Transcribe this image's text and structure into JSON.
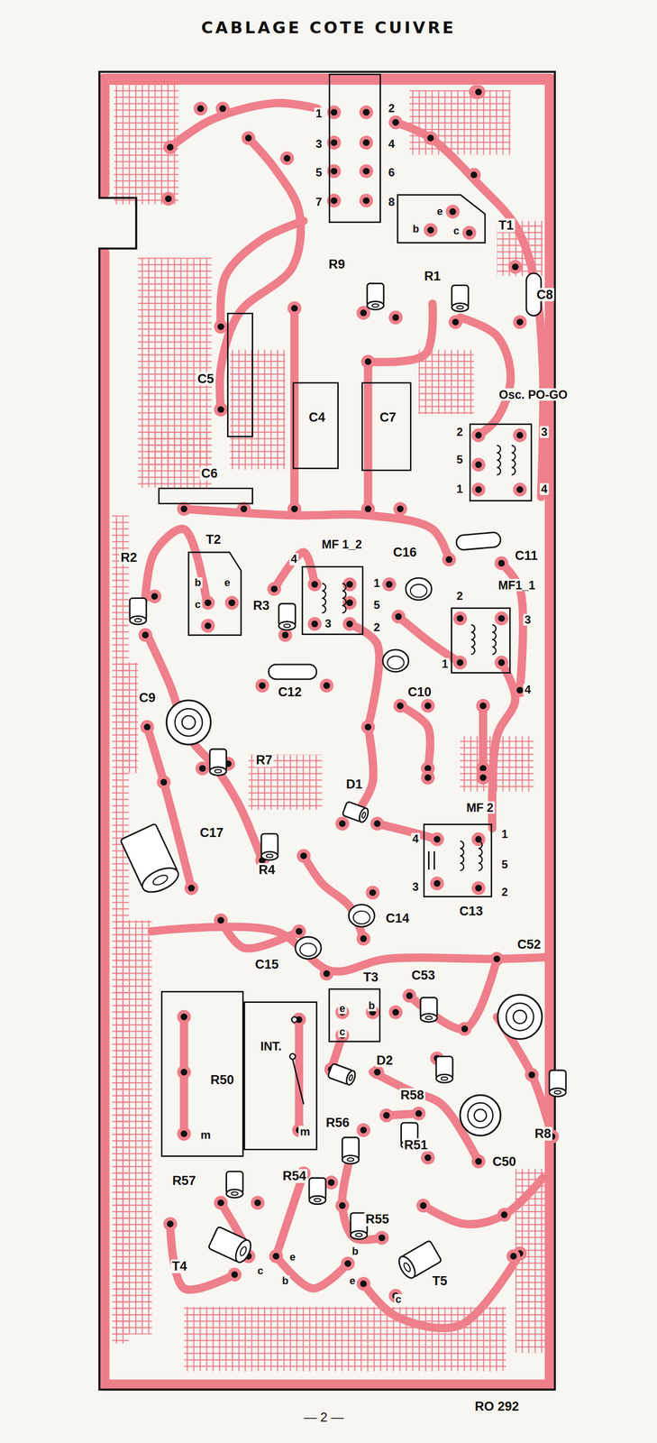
{
  "diagram": {
    "title": "CABLAGE COTE CUIVRE",
    "nodes": [
      {
        "text": [
          "1",
          "2",
          "3",
          "4",
          "5",
          "6",
          "7",
          "8"
        ]
      },
      {
        "text": [
          "T1",
          "b",
          "e",
          "c"
        ]
      },
      {
        "text": [
          "C5"
        ]
      },
      {
        "text": [
          "C4"
        ]
      },
      {
        "text": [
          "C7"
        ]
      },
      {
        "text": [
          "Osc. PO-GO",
          "2",
          "3",
          "5",
          "1",
          "4"
        ]
      },
      {
        "text": [
          "C6"
        ]
      },
      {
        "text": [
          "T2",
          "b",
          "e",
          "c"
        ]
      },
      {
        "text": [
          "MF 1_2",
          "4",
          "1",
          "5",
          "3",
          "2"
        ]
      },
      {
        "text": [
          "MF1_1",
          "2",
          "3",
          "1",
          "4"
        ]
      },
      {
        "text": [
          "MF 2",
          "4",
          "1",
          "5",
          "3",
          "2"
        ]
      },
      {
        "text": [
          "T3",
          "e",
          "b",
          "c"
        ]
      },
      {
        "text": [
          "R50",
          "m"
        ]
      },
      {
        "text": [
          "INT.",
          "m"
        ]
      }
    ],
    "labels": [
      "R9",
      "R1",
      "C8",
      "R2",
      "C16",
      "C11",
      "R3",
      "C12",
      "C10",
      "C9",
      "R7",
      "D1",
      "C17",
      "R4",
      "C13",
      "C14",
      "C15",
      "C52",
      "C53",
      "D2",
      "R58",
      "R56",
      "R51",
      "R8",
      "C50",
      "R57",
      "R54",
      "R55",
      "T4",
      "c",
      "e",
      "b",
      "b",
      "e",
      "c",
      "T5",
      "— 2 —",
      "RO 292"
    ]
  }
}
